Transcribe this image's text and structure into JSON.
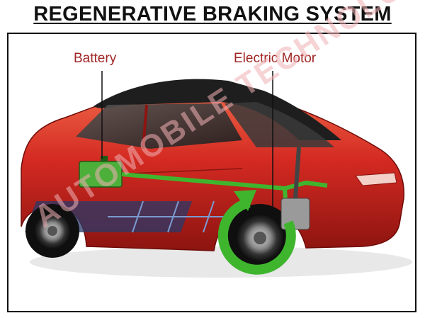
{
  "title": "REGENERATIVE BRAKING SYSTEM",
  "labels": {
    "battery": "Battery",
    "motor": "Electric Motor"
  },
  "watermark": "AUTOMOBILE TECHNOLOGY",
  "colors": {
    "car_body": "#d42a22",
    "label_text": "#a02626",
    "energy_flow": "#3fb52e",
    "watermark": "#f0b0b4"
  }
}
